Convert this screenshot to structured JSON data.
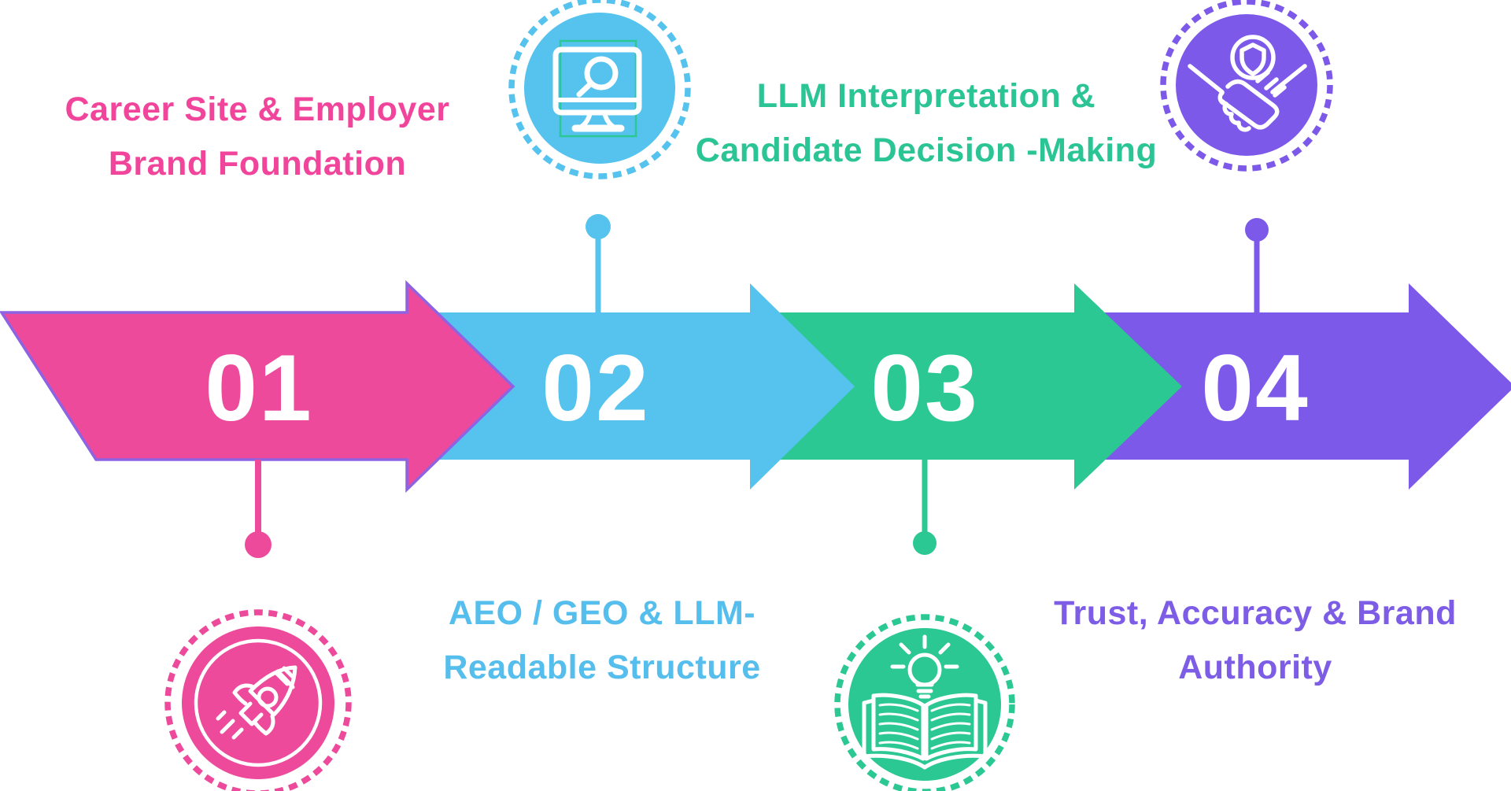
{
  "figure": {
    "type": "process-arrow-timeline",
    "step_count": 4,
    "background": "#ffffff"
  },
  "colors": {
    "pink": "#ED4A9B",
    "pink_outline": "#8E63E3",
    "blue": "#55C3EE",
    "green": "#2BC893",
    "purple": "#7D59E9",
    "pink_text": "#F1459B",
    "blue_text": "#56BEEC",
    "green_text": "#2BC494",
    "purple_text": "#7E5DE6"
  },
  "stages": [
    {
      "number": "01",
      "title_lines": [
        "Career Site & Employer",
        "Brand Foundation"
      ],
      "title_position": "top",
      "icon": "rocket-icon",
      "icon_position": "bottom",
      "color": "pink"
    },
    {
      "number": "02",
      "title_lines": [
        "AEO / GEO & LLM-",
        "Readable Structure"
      ],
      "title_position": "bottom",
      "icon": "monitor-search-icon",
      "icon_position": "top",
      "color": "blue"
    },
    {
      "number": "03",
      "title_lines": [
        "LLM Interpretation &",
        "Candidate Decision -Making"
      ],
      "title_position": "top",
      "icon": "open-book-idea-icon",
      "icon_position": "bottom",
      "color": "green"
    },
    {
      "number": "04",
      "title_lines": [
        "Trust, Accuracy & Brand",
        "Authority"
      ],
      "title_position": "bottom",
      "icon": "handshake-shield-icon",
      "icon_position": "top",
      "color": "purple"
    }
  ]
}
